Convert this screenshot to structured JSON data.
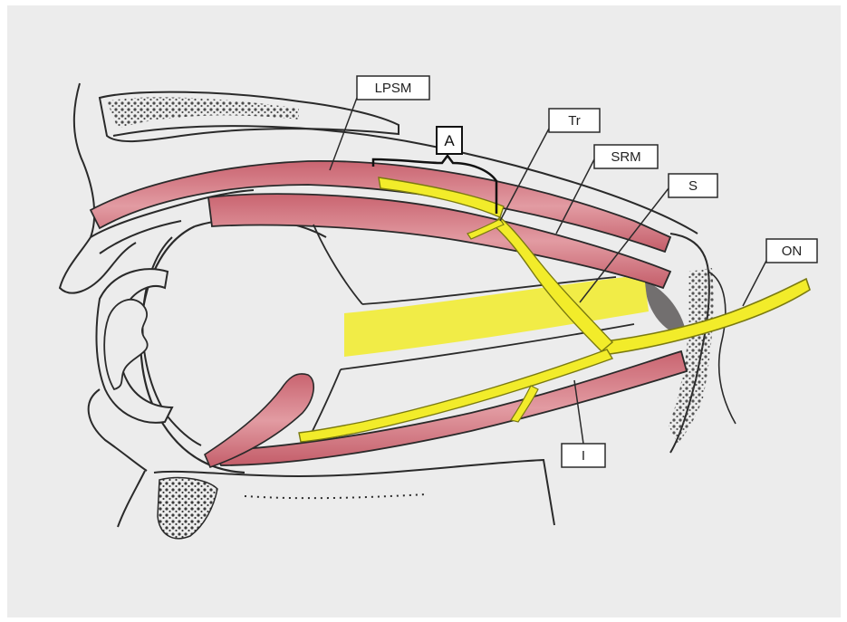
{
  "labels": {
    "lpsm": "LPSM",
    "a": "A",
    "tr": "Tr",
    "srm": "SRM",
    "s": "S",
    "on": "ON",
    "i": "I"
  },
  "colors": {
    "paper": "#ececec",
    "muscle": "#d9828a",
    "muscle_dark": "#b5545e",
    "nerve": "#f2ec2a",
    "nerve_outline": "#8a8a1a",
    "ink": "#2a2a2a",
    "bone": "#3a3a3a"
  }
}
